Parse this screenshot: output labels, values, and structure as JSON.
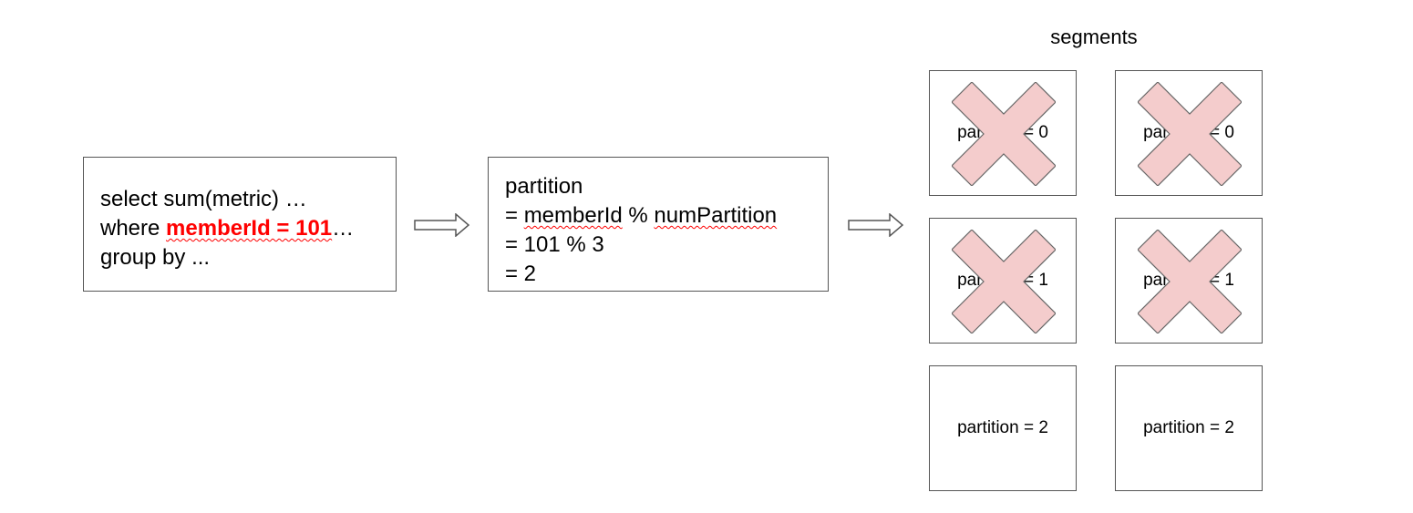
{
  "query": {
    "line1": "select sum(metric) …",
    "line2_prefix": "where ",
    "line2_highlight": "memberId = 101",
    "line2_suffix": "…",
    "line3": "group by ..."
  },
  "calc": {
    "line1": "partition",
    "line2_eq": "= ",
    "line2_member": "memberId",
    "line2_mod": " % ",
    "line2_num": "numPartition",
    "line3": "= 101 % 3",
    "line4": "= 2"
  },
  "segments": {
    "title": "segments",
    "rows": [
      {
        "left": "partition = 0",
        "right": "partition = 0",
        "crossed": true
      },
      {
        "left": "partition = 1",
        "right": "partition = 1",
        "crossed": true
      },
      {
        "left": "partition = 2",
        "right": "partition = 2",
        "crossed": false
      }
    ]
  },
  "colors": {
    "highlight": "#ff0000",
    "cross_fill": "#f4cccc",
    "cross_stroke": "#666666",
    "border": "#555555"
  }
}
